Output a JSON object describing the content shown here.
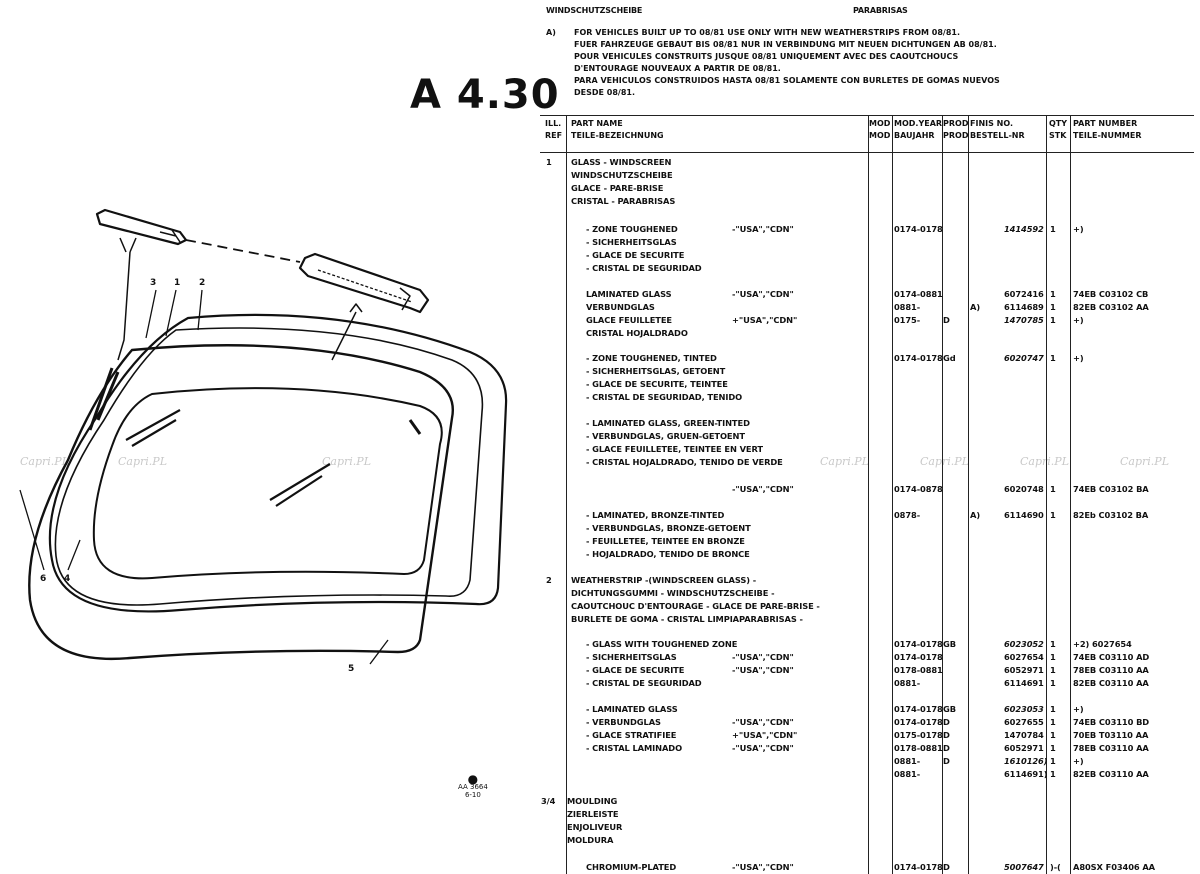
{
  "page_number": "A 4.30",
  "header": {
    "left_title": "WINDSCHUTZSCHEIBE",
    "right_title": "PARABRISAS"
  },
  "note": {
    "key": "A)",
    "lines": [
      "FOR VEHICLES BUILT UP TO 08/81 USE ONLY WITH NEW WEATHERSTRIPS FROM 08/81.",
      "FUER FAHRZEUGE GEBAUT BIS 08/81 NUR IN VERBINDUNG MIT NEUEN DICHTUNGEN AB 08/81.",
      "POUR VEHICULES CONSTRUITS JUSQUE 08/81 UNIQUEMENT AVEC DES CAOUTCHOUCS",
      "D'ENTOURAGE NOUVEAUX A PARTIR DE 08/81.",
      "PARA VEHICULOS CONSTRUIDOS HASTA 08/81 SOLAMENTE CON BURLETES DE GOMAS NUEVOS",
      "DESDE 08/81."
    ]
  },
  "columns": {
    "ill_ref": [
      "ILL.",
      "REF"
    ],
    "part_name": [
      "PART NAME",
      "TEILE-BEZEICHNUNG"
    ],
    "mod": [
      "MOD",
      "MOD"
    ],
    "mod_year": [
      "MOD.YEAR",
      "BAUJAHR"
    ],
    "prod": [
      "PROD",
      "PROD"
    ],
    "finis": [
      "FINIS NO.",
      "BESTELL-NR"
    ],
    "qty": [
      "QTY",
      "STK"
    ],
    "part_number": [
      "PART NUMBER",
      "TEILE-NUMMER"
    ]
  },
  "rows": [
    {
      "ref": "1",
      "name": "GLASS - WINDSCREEN"
    },
    {
      "name": "WINDSCHUTZSCHEIBE"
    },
    {
      "name": "GLACE - PARE-BRISE"
    },
    {
      "name": "CRISTAL - PARABRISAS"
    },
    {
      "name": "- ZONE TOUGHENED",
      "variant": "-\"USA\",\"CDN\"",
      "year": "0174-0178",
      "finis": "1414592",
      "italic": true,
      "qty": "1",
      "pn": "+)"
    },
    {
      "name": "- SICHERHEITSGLAS"
    },
    {
      "name": "- GLACE DE SECURITE"
    },
    {
      "name": "- CRISTAL DE SEGURIDAD"
    },
    {
      "name": "LAMINATED GLASS",
      "variant": "-\"USA\",\"CDN\"",
      "year": "0174-0881",
      "finis": "6072416",
      "qty": "1",
      "pn": "74EB C03102 CB"
    },
    {
      "name": "VERBUNDGLAS",
      "year": "0881-",
      "mod": "A)",
      "finis": "6114689",
      "qty": "1",
      "pn": "82EB C03102 AA"
    },
    {
      "name": "GLACE FEUILLETEE",
      "variant": "+\"USA\",\"CDN\"",
      "year": "0175-",
      "prod": "D",
      "finis": "1470785",
      "italic": true,
      "qty": "1",
      "pn": "+)"
    },
    {
      "name": "CRISTAL HOJALDRADO"
    },
    {
      "name": "- ZONE TOUGHENED, TINTED",
      "year": "0174-0178",
      "prod": "Gd",
      "finis": "6020747",
      "italic": true,
      "qty": "1",
      "pn": "+)"
    },
    {
      "name": "- SICHERHEITSGLAS, GETOENT"
    },
    {
      "name": "- GLACE DE SECURITE, TEINTEE"
    },
    {
      "name": "- CRISTAL DE SEGURIDAD, TENIDO"
    },
    {
      "name": "- LAMINATED GLASS, GREEN-TINTED"
    },
    {
      "name": "- VERBUNDGLAS, GRUEN-GETOENT"
    },
    {
      "name": "- GLACE FEUILLETEE, TEINTEE EN VERT"
    },
    {
      "name": "- CRISTAL HOJALDRADO, TENIDO DE VERDE"
    },
    {
      "variant": "-\"USA\",\"CDN\"",
      "year": "0174-0878",
      "finis": "6020748",
      "qty": "1",
      "pn": "74EB C03102 BA"
    },
    {
      "name": "- LAMINATED, BRONZE-TINTED",
      "year": "0878-",
      "mod": "A)",
      "finis": "6114690",
      "qty": "1",
      "pn": "82Eb C03102 BA"
    },
    {
      "name": "- VERBUNDGLAS, BRONZE-GETOENT"
    },
    {
      "name": "- FEUILLETEE, TEINTEE EN BRONZE"
    },
    {
      "name": "- HOJALDRADO, TENIDO DE BRONCE"
    },
    {
      "ref": "2",
      "name": "WEATHERSTRIP -(WINDSCREEN GLASS) -"
    },
    {
      "name": "DICHTUNGSGUMMI - WINDSCHUTZSCHEIBE -"
    },
    {
      "name": "CAOUTCHOUC D'ENTOURAGE - GLACE DE PARE-BRISE -"
    },
    {
      "name": "BURLETE DE GOMA - CRISTAL LIMPIAPARABRISAS -"
    },
    {
      "name": "- GLASS WITH TOUGHENED ZONE",
      "year": "0174-0178",
      "prod": "GB",
      "finis": "6023052",
      "italic": true,
      "qty": "1",
      "pn": "+2) 6027654"
    },
    {
      "name": "- SICHERHEITSGLAS",
      "variant": "-\"USA\",\"CDN\"",
      "year": "0174-0178",
      "finis": "6027654",
      "qty": "1",
      "pn": "74EB C03110 AD"
    },
    {
      "name": "- GLACE DE SECURITE",
      "variant": "-\"USA\",\"CDN\"",
      "year": "0178-0881",
      "finis": "6052971",
      "qty": "1",
      "pn": "78EB C03110 AA"
    },
    {
      "name": "- CRISTAL DE SEGURIDAD",
      "year": "0881-",
      "finis": "6114691",
      "qty": "1",
      "pn": "82EB C03110 AA"
    },
    {
      "name": "- LAMINATED GLASS",
      "year": "0174-0178",
      "prod": "GB",
      "finis": "6023053",
      "italic": true,
      "qty": "1",
      "pn": "+)"
    },
    {
      "name": "- VERBUNDGLAS",
      "variant": "-\"USA\",\"CDN\"",
      "year": "0174-0178",
      "prod": "D",
      "finis": "6027655",
      "qty": "1",
      "pn": "74EB C03110 BD"
    },
    {
      "name": "- GLACE STRATIFIEE",
      "variant": "+\"USA\",\"CDN\"",
      "year": "0175-0178",
      "prod": "D",
      "finis": "1470784",
      "qty": "1",
      "pn": "70EB T03110 AA"
    },
    {
      "name": "- CRISTAL LAMINADO",
      "variant": "-\"USA\",\"CDN\"",
      "year": "0178-0881",
      "prod": "D",
      "finis": "6052971",
      "qty": "1",
      "pn": "78EB C03110 AA"
    },
    {
      "year": "0881-",
      "prod": "D",
      "finis": "1610126)",
      "italic": true,
      "qty": "1",
      "pn": "+)"
    },
    {
      "year": "0881-",
      "finis": "6114691)",
      "qty": "1",
      "pn": "82EB C03110 AA"
    },
    {
      "ref": "3/4",
      "name": "MOULDING"
    },
    {
      "name": "ZIERLEISTE"
    },
    {
      "name": "ENJOLIVEUR"
    },
    {
      "name": "MOLDURA"
    },
    {
      "name": "CHROMIUM-PLATED",
      "variant": "-\"USA\",\"CDN\"",
      "year": "0174-0178",
      "prod": "D",
      "finis": "5007647",
      "italic": true,
      "qty": ")-(",
      "pn": "A80SX F03406 AA"
    }
  ],
  "callouts": [
    "3",
    "1",
    "2",
    "6",
    "4",
    "5"
  ],
  "watermark": "Capri.PL",
  "small_logo": [
    "AA 3664",
    "6-10"
  ]
}
